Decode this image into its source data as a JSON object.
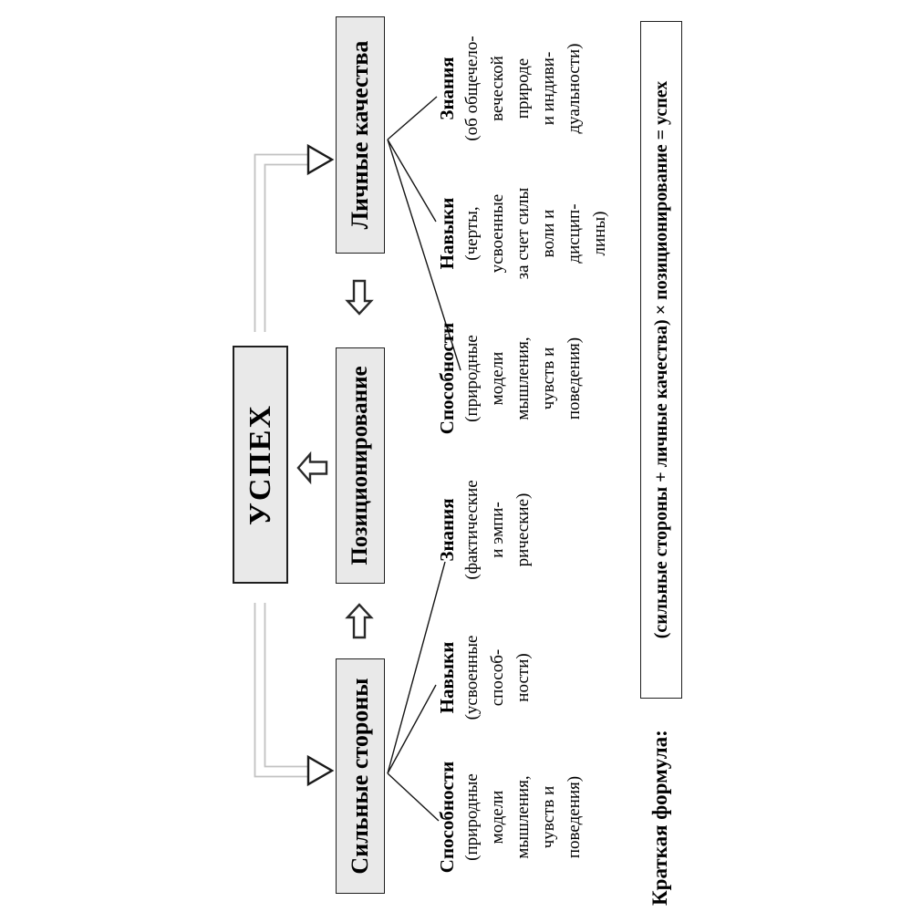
{
  "boxes": {
    "success": "УСПЕХ",
    "positioning": "Позиционирование",
    "strengths": "Сильные стороны",
    "personal": "Личные качества"
  },
  "strengths_branch": {
    "abilities": {
      "heading": "Способности",
      "lines": [
        "(природные",
        "модели",
        "мышления,",
        "чувств и",
        "поведения)"
      ]
    },
    "skills": {
      "heading": "Навыки",
      "lines": [
        "(усвоенные",
        "способ-",
        "ности)"
      ]
    },
    "knowledge": {
      "heading": "Знания",
      "lines": [
        "(фактические",
        "и эмпи-",
        "рические)"
      ]
    }
  },
  "personal_branch": {
    "abilities": {
      "heading": "Способности",
      "lines": [
        "(природные",
        "модели",
        "мышления,",
        "чувств и",
        "поведения)"
      ]
    },
    "skills": {
      "heading": "Навыки",
      "lines": [
        "(черты,",
        "усвоенные",
        "за счет силы",
        "воли и",
        "дисцип-",
        "лины)"
      ]
    },
    "knowledge": {
      "heading": "Знания",
      "lines": [
        "(об общечело-",
        "веческой",
        "природе",
        "и индиви-",
        "дуальности)"
      ]
    }
  },
  "formula": {
    "label": "Краткая формула:",
    "text": "(сильные стороны + личные качества) × позиционирование = успех"
  },
  "colors": {
    "box_fill": "#e9e9e9",
    "box_border": "#1f1f1f",
    "arrow_outline": "#2a2a2a",
    "bent_shaft_gray": "#c2c2c2",
    "connector_black": "#151515"
  }
}
